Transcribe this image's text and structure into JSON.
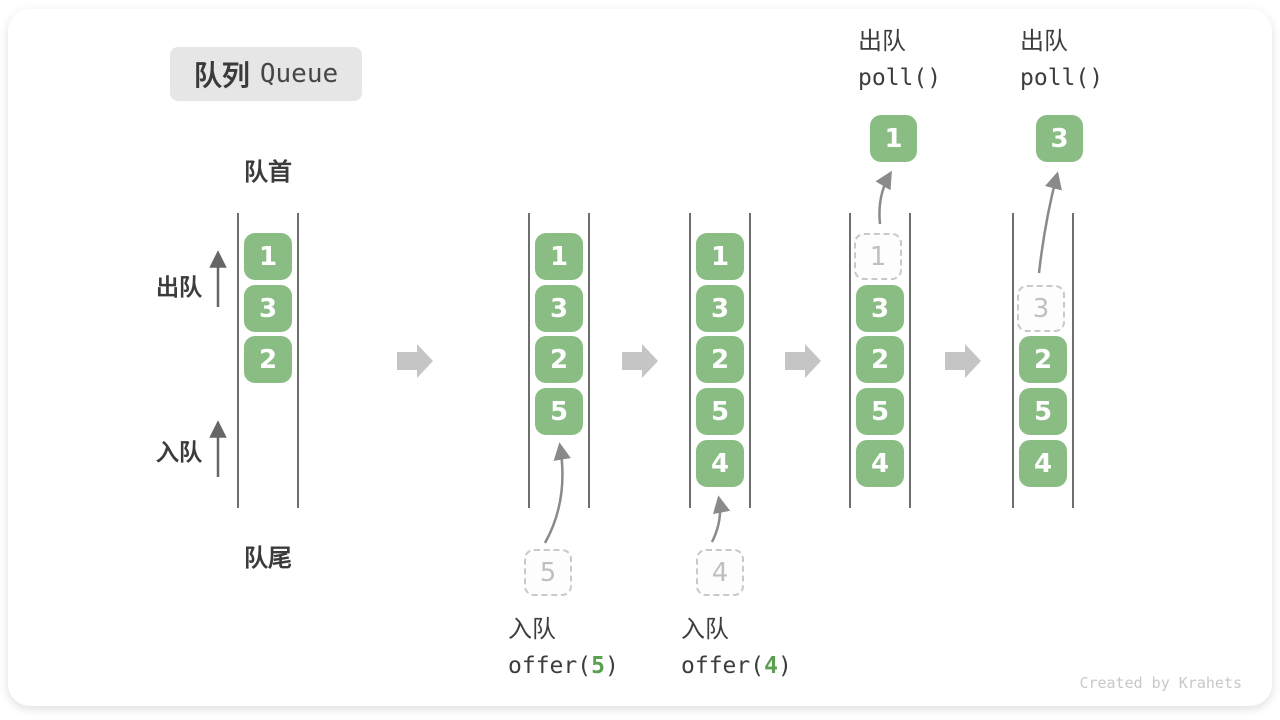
{
  "title": {
    "zh": "队列",
    "en": "Queue"
  },
  "labels": {
    "front": "队首",
    "rear": "队尾",
    "dequeue": "出队",
    "enqueue": "入队"
  },
  "queues": {
    "q1": [
      "1",
      "3",
      "2"
    ],
    "q2": [
      "1",
      "3",
      "2",
      "5"
    ],
    "q2_incoming": "5",
    "q3": [
      "1",
      "3",
      "2",
      "5",
      "4"
    ],
    "q3_incoming": "4",
    "q4_ghost": "1",
    "q4": [
      "3",
      "2",
      "5",
      "4"
    ],
    "q4_popped": "1",
    "q5_ghost": "3",
    "q5": [
      "2",
      "5",
      "4"
    ],
    "q5_popped": "3"
  },
  "operations": {
    "enqueue5": {
      "label": "入队",
      "code_prefix": "offer(",
      "arg": "5",
      "code_suffix": ")"
    },
    "enqueue4": {
      "label": "入队",
      "code_prefix": "offer(",
      "arg": "4",
      "code_suffix": ")"
    },
    "poll1": {
      "label": "出队",
      "code": "poll()"
    },
    "poll2": {
      "label": "出队",
      "code": "poll()"
    }
  },
  "watermark": "Created by Krahets",
  "colors": {
    "box_green": "#8abd83",
    "code_green": "#5aa050",
    "wall_gray": "#6e6e6e",
    "block_arrow_gray": "#c5c5c5",
    "ghost_gray": "#c9c9c9"
  }
}
